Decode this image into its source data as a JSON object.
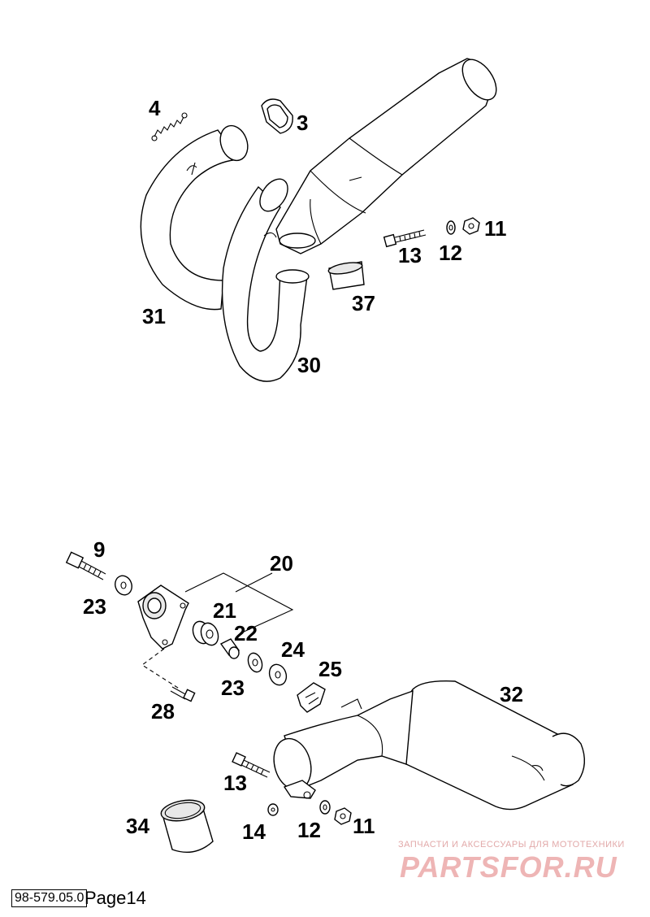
{
  "diagram": {
    "callouts": {
      "p3": "3",
      "p4": "4",
      "p11a": "11",
      "p12a": "12",
      "p13a": "13",
      "p37": "37",
      "p31": "31",
      "p30": "30",
      "p9": "9",
      "p20": "20",
      "p23a": "23",
      "p21": "21",
      "p22": "22",
      "p24": "24",
      "p25": "25",
      "p23b": "23",
      "p28": "28",
      "p32": "32",
      "p13b": "13",
      "p34": "34",
      "p14": "14",
      "p12b": "12",
      "p11b": "11"
    }
  },
  "watermark": {
    "subtitle": "ЗАПЧАСТИ И АКСЕССУАРЫ ДЛЯ МОТОТЕХНИКИ",
    "brand": "PARTSFOR.RU"
  },
  "footer": {
    "doc_number": "98-579.05.0",
    "page_label": "Page14"
  }
}
